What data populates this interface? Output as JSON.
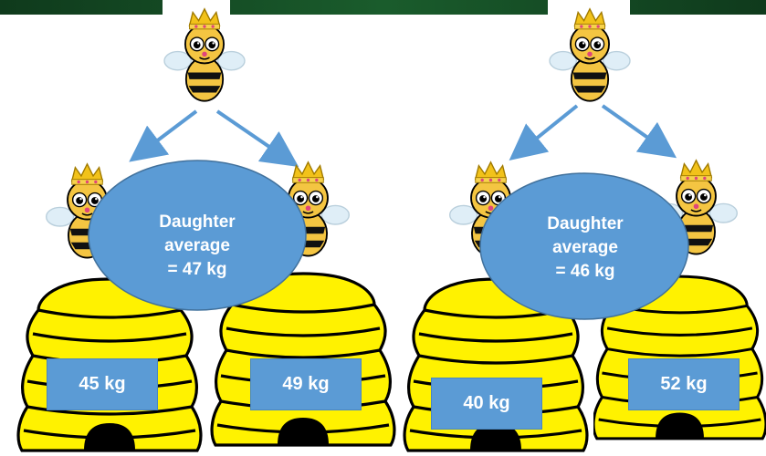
{
  "colors": {
    "bar": "#1a5c2c",
    "hive": "#fff200",
    "hive_outline": "#000000",
    "oval": "#5b9bd5",
    "arrow": "#5b9bd5",
    "label_bg": "#5b9bd5",
    "label_text": "#ffffff"
  },
  "groups": [
    {
      "mother_icon": "queen-bee-icon",
      "average": {
        "line1": "Daughter",
        "line2": "average",
        "line3": "= 47 kg"
      },
      "daughters": [
        {
          "weight": "45 kg"
        },
        {
          "weight": "49 kg"
        }
      ]
    },
    {
      "mother_icon": "queen-bee-icon",
      "average": {
        "line1": "Daughter",
        "line2": "average",
        "line3": "= 46 kg"
      },
      "daughters": [
        {
          "weight": "40 kg"
        },
        {
          "weight": "52 kg"
        }
      ]
    }
  ]
}
